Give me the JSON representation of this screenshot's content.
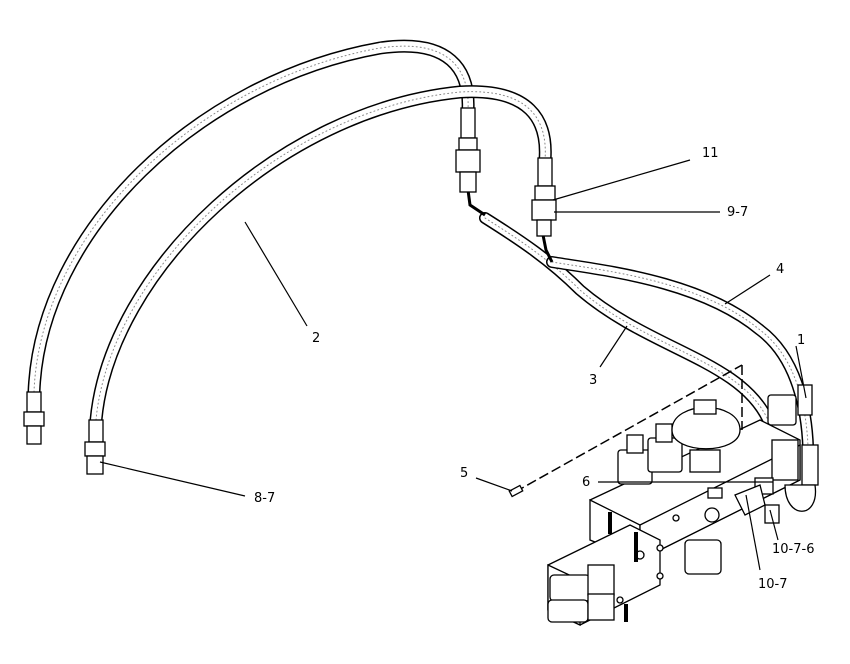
{
  "callouts": {
    "c1": "1",
    "c2": "2",
    "c3": "3",
    "c4": "4",
    "c5": "5",
    "c6": "6",
    "c8_7": "8-7",
    "c9_7": "9-7",
    "c10_7": "10-7",
    "c10_7_6": "10-7-6",
    "c11": "11"
  }
}
